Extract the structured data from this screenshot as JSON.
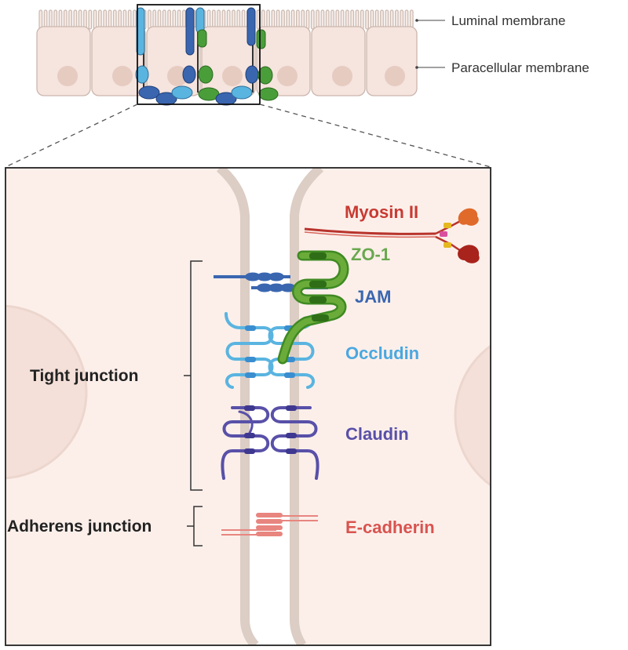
{
  "labels": {
    "luminal_membrane": "Luminal membrane",
    "paracellular_membrane": "Paracellular membrane",
    "tight_junction": "Tight junction",
    "adherens_junction": "Adherens junction"
  },
  "proteins": {
    "myosin": {
      "name": "Myosin II",
      "color": "#c83a32"
    },
    "zo1": {
      "name": "ZO-1",
      "color": "#6aa84f"
    },
    "jam": {
      "name": "JAM",
      "color": "#3a66b0"
    },
    "occludin": {
      "name": "Occludin",
      "color": "#4aa8e0"
    },
    "claudin": {
      "name": "Claudin",
      "color": "#5850a8"
    },
    "ecadherin": {
      "name": "E-cadherin",
      "color": "#d9534f"
    }
  },
  "colors": {
    "cell_fill": "#fcefea",
    "cell_membrane": "#dccdc5",
    "nucleus": "#e8cfc6",
    "paracellular_space": "#ffffff"
  }
}
